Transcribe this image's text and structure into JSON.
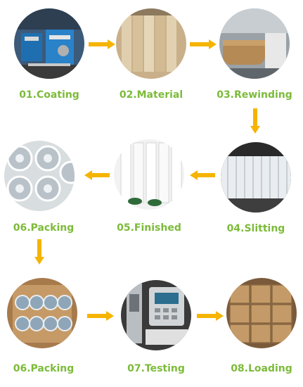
{
  "accent_label_color": "#7cbb3a",
  "arrow_color": "#f5b400",
  "steps": [
    {
      "label": "01.Coating",
      "icon": "coating-machine-photo"
    },
    {
      "label": "02.Material",
      "icon": "material-rolls-photo"
    },
    {
      "label": "03.Rewinding",
      "icon": "rewinding-machine-photo"
    },
    {
      "label": "04.Slitting",
      "icon": "slitting-rolls-photo"
    },
    {
      "label": "05.Finished",
      "icon": "finished-cores-photo"
    },
    {
      "label": "06.Packing",
      "icon": "packing-wrapped-rolls-photo"
    },
    {
      "label": "06.Packing",
      "icon": "packing-carton-photo"
    },
    {
      "label": "07.Testing",
      "icon": "testing-machine-photo"
    },
    {
      "label": "08.Loading",
      "icon": "loading-cartons-photo"
    }
  ]
}
